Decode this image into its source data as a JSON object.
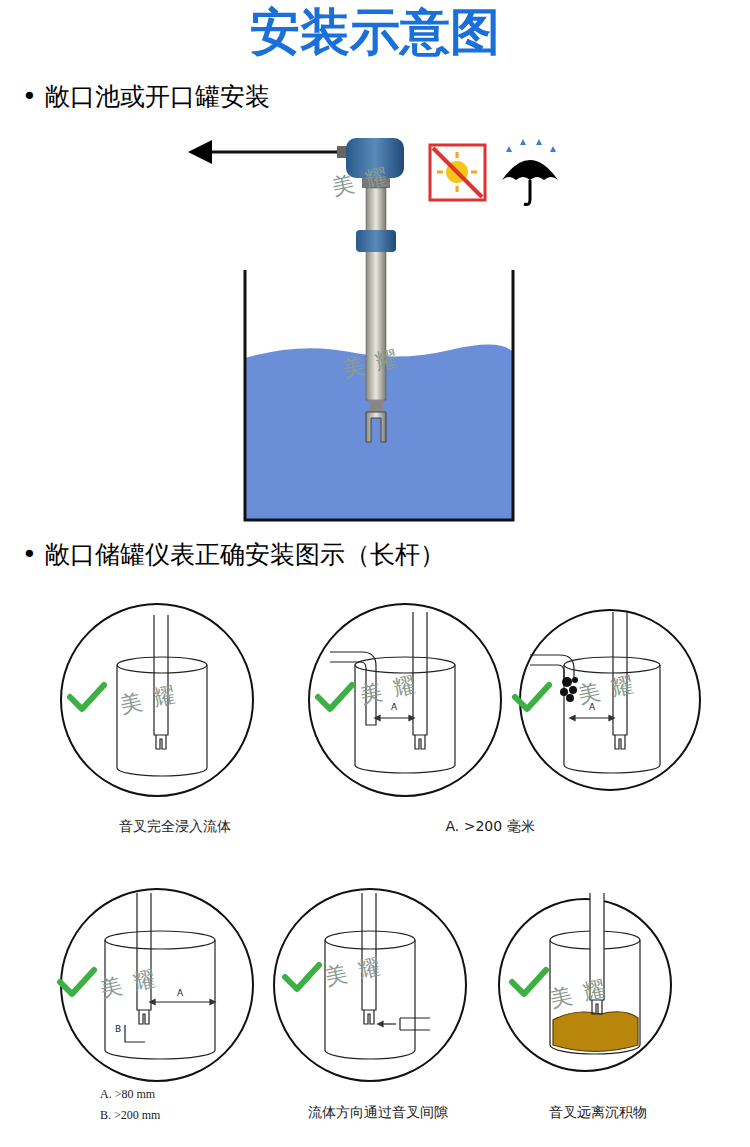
{
  "diagram": {
    "title": "安装示意图",
    "labels": [
      "• 敞口池或开口罐安装",
      "美耀",
      "美耀",
      "• 敞口储罐仪表正确安装图示（长杆）",
      "美耀",
      "美耀",
      "A",
      "美耀",
      "A",
      "音叉完全浸入流体",
      "A. >200 毫米",
      "美耀",
      "A",
      "B",
      "美耀",
      "美耀",
      "A. >80 mm",
      "B. >200 mm",
      "流体方向通过音叉间隙",
      "音叉远离沉积物"
    ]
  }
}
